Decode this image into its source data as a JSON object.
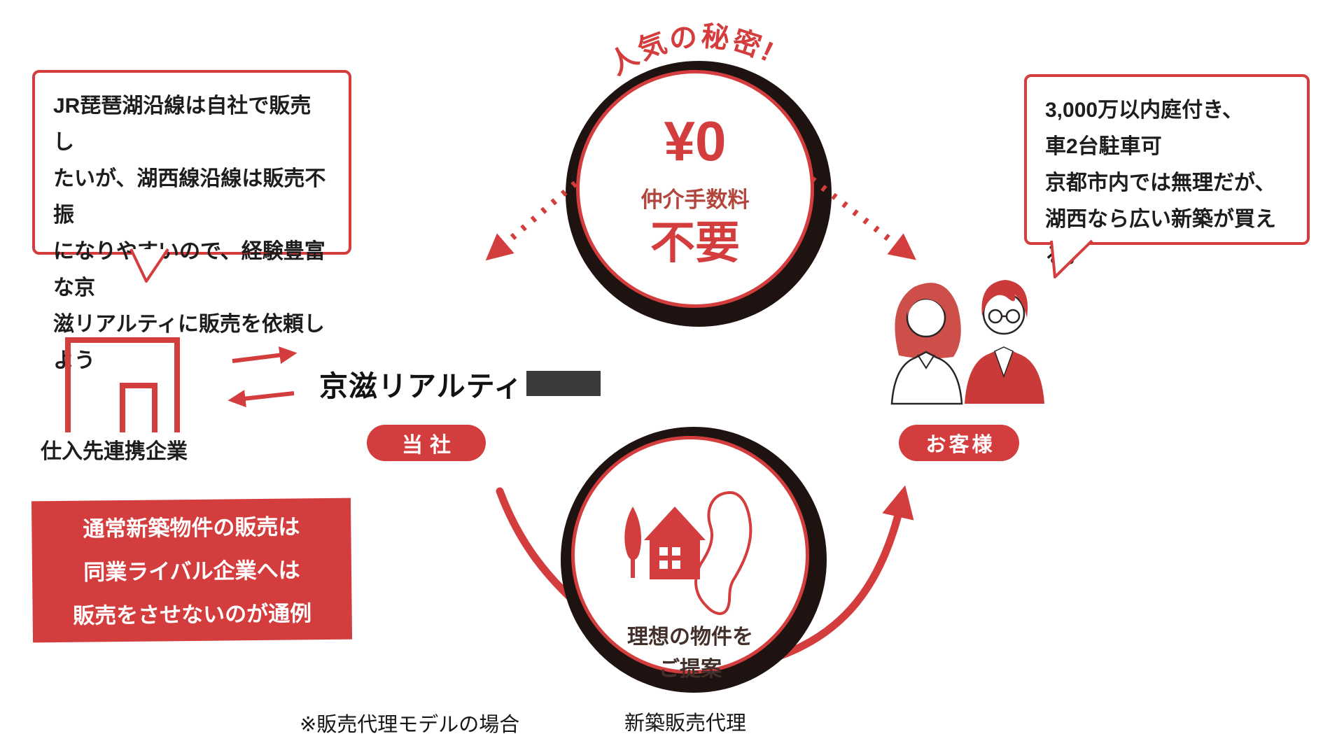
{
  "colors": {
    "accent_red": "#d43d3d",
    "ring_black": "#1f1311",
    "logo_block_gray": "#3a3a3a",
    "couple_red": "#c93a38",
    "hair_red": "#ce4f49"
  },
  "header": {
    "secret_label": "人気の秘密!"
  },
  "fee_circle": {
    "price": "¥0",
    "fee_label": "仲介手数料",
    "not_needed": "不要"
  },
  "seller_bubble": {
    "lines": [
      "JR琵琶湖沿線は自社で販売し",
      "たいが、湖西線沿線は販売不振",
      "になりやすいので、経験豊富な京",
      "滋リアルティに販売を依頼しよう"
    ]
  },
  "buyer_bubble": {
    "lines": [
      "3,000万以内庭付き、",
      "車2台駐車可",
      "京都市内では無理だが、",
      "湖西なら広い新築が買える。"
    ]
  },
  "supplier": {
    "label": "仕入先連携企業"
  },
  "company": {
    "name": "京滋リアルティ",
    "badge": "当社"
  },
  "customer": {
    "badge": "お客様"
  },
  "industry_note": {
    "lines": [
      "通常新築物件の販売は",
      "同業ライバル企業へは",
      "販売をさせないのが通例"
    ]
  },
  "proposal_circle": {
    "lines": [
      "理想の物件を",
      "ご提案"
    ]
  },
  "footnotes": {
    "model_case": "※販売代理モデルの場合",
    "agency": "新築販売代理"
  },
  "icons": [
    "building-icon",
    "exchange-arrows-icon",
    "tree-icon",
    "house-icon",
    "lake-biwa-icon",
    "couple-illustration",
    "dashed-arrow-left",
    "dashed-arrow-right",
    "flow-arrow-left",
    "flow-arrow-right"
  ]
}
